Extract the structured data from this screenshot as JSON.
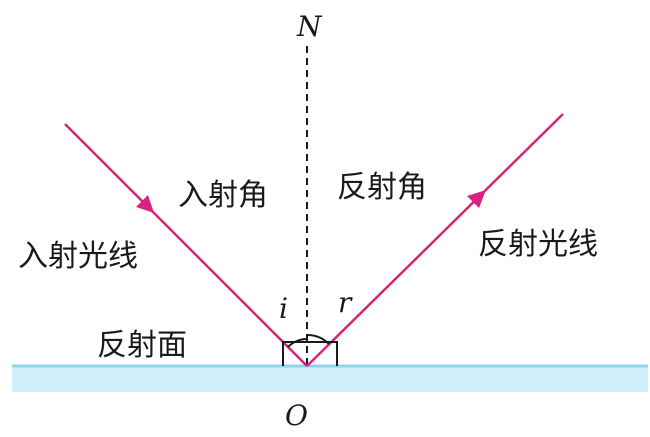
{
  "labels": {
    "normal": "N",
    "origin": "O",
    "incident_angle_symbol": "i",
    "reflected_angle_symbol": "r",
    "incident_angle": "入射角",
    "reflected_angle": "反射角",
    "incident_ray": "入射光线",
    "reflected_ray": "反射光线",
    "reflecting_surface": "反射面"
  },
  "colors": {
    "ray": "#d6237d",
    "surface_fill": "#cfeffa",
    "surface_line": "#8fd3ea",
    "normal_line": "#1a1a1a",
    "text": "#1a1a1a"
  }
}
